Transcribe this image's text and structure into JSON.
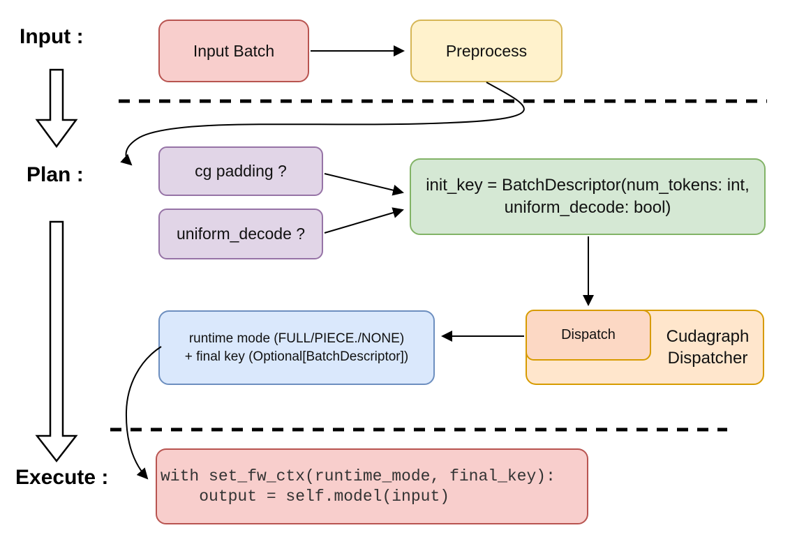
{
  "sections": {
    "input_label": "Input :",
    "plan_label": "Plan :",
    "execute_label": "Execute :"
  },
  "nodes": {
    "input_batch": "Input Batch",
    "preprocess": "Preprocess",
    "cg_padding": "cg padding ?",
    "uniform_decode": "uniform_decode ?",
    "init_key_line1": "init_key = BatchDescriptor(num_tokens: int,",
    "init_key_line2": "uniform_decode: bool)",
    "dispatch": "Dispatch",
    "cudagraph_line1": "Cudagraph",
    "cudagraph_line2": "Dispatcher",
    "runtime_line1": "runtime mode (FULL/PIECE./NONE)",
    "runtime_line2": "+ final key (Optional[BatchDescriptor])",
    "execute_code": "with set_fw_ctx(runtime_mode, final_key):\n    output = self.model(input)"
  },
  "colors": {
    "red_fill": "#f8cecc",
    "red_stroke": "#b85450",
    "yellow_fill": "#fff2cc",
    "yellow_stroke": "#d6b656",
    "purple_fill": "#e1d5e7",
    "purple_stroke": "#9673a6",
    "green_fill": "#d5e8d4",
    "green_stroke": "#82b366",
    "orange_fill": "#ffe6cc",
    "orange_stroke": "#d79b00",
    "dispatch_fill": "#fcd8c4",
    "blue_fill": "#dae8fc",
    "blue_stroke": "#6c8ebf",
    "arrow_color": "#000000",
    "background": "#ffffff"
  }
}
